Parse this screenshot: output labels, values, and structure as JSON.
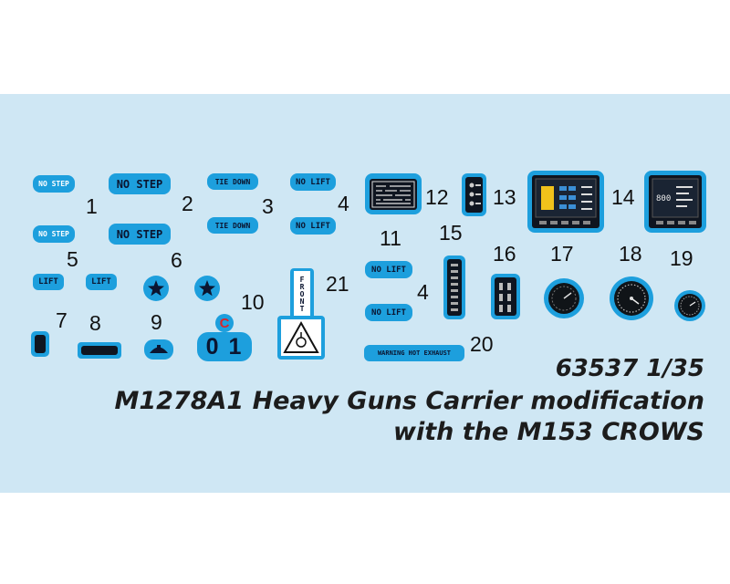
{
  "decals": {
    "d1a": "NO STEP",
    "d1b": "NO STEP",
    "d2a": "NO STEP",
    "d2b": "NO STEP",
    "d3a": "TIE DOWN",
    "d3b": "TIE DOWN",
    "d4a": "NO LIFT",
    "d4b": "NO LIFT",
    "d4c": "NO LIFT",
    "d4d": "NO LIFT",
    "d5a": "LIFT",
    "d5b": "LIFT",
    "d10c": "C",
    "d10n": "0 1",
    "d20": "WARNING HOT EXHAUST",
    "d21": "FRONT"
  },
  "numbers": {
    "n1": "1",
    "n2": "2",
    "n3": "3",
    "n4a": "4",
    "n4b": "4",
    "n5": "5",
    "n6": "6",
    "n7": "7",
    "n8": "8",
    "n9": "9",
    "n10": "10",
    "n11": "11",
    "n12": "12",
    "n13": "13",
    "n14": "14",
    "n15": "15",
    "n16": "16",
    "n17": "17",
    "n18": "18",
    "n19": "19",
    "n20": "20",
    "n21": "21"
  },
  "title": {
    "code": "63537 1/35",
    "line1": "M1278A1 Heavy Guns Carrier modification",
    "line2": "with the M153 CROWS"
  },
  "colors": {
    "sheet": "#cfe7f4",
    "decal_border": "#1d9fdd",
    "decal_text": "#0b1530",
    "accent_red": "#d8262b"
  }
}
